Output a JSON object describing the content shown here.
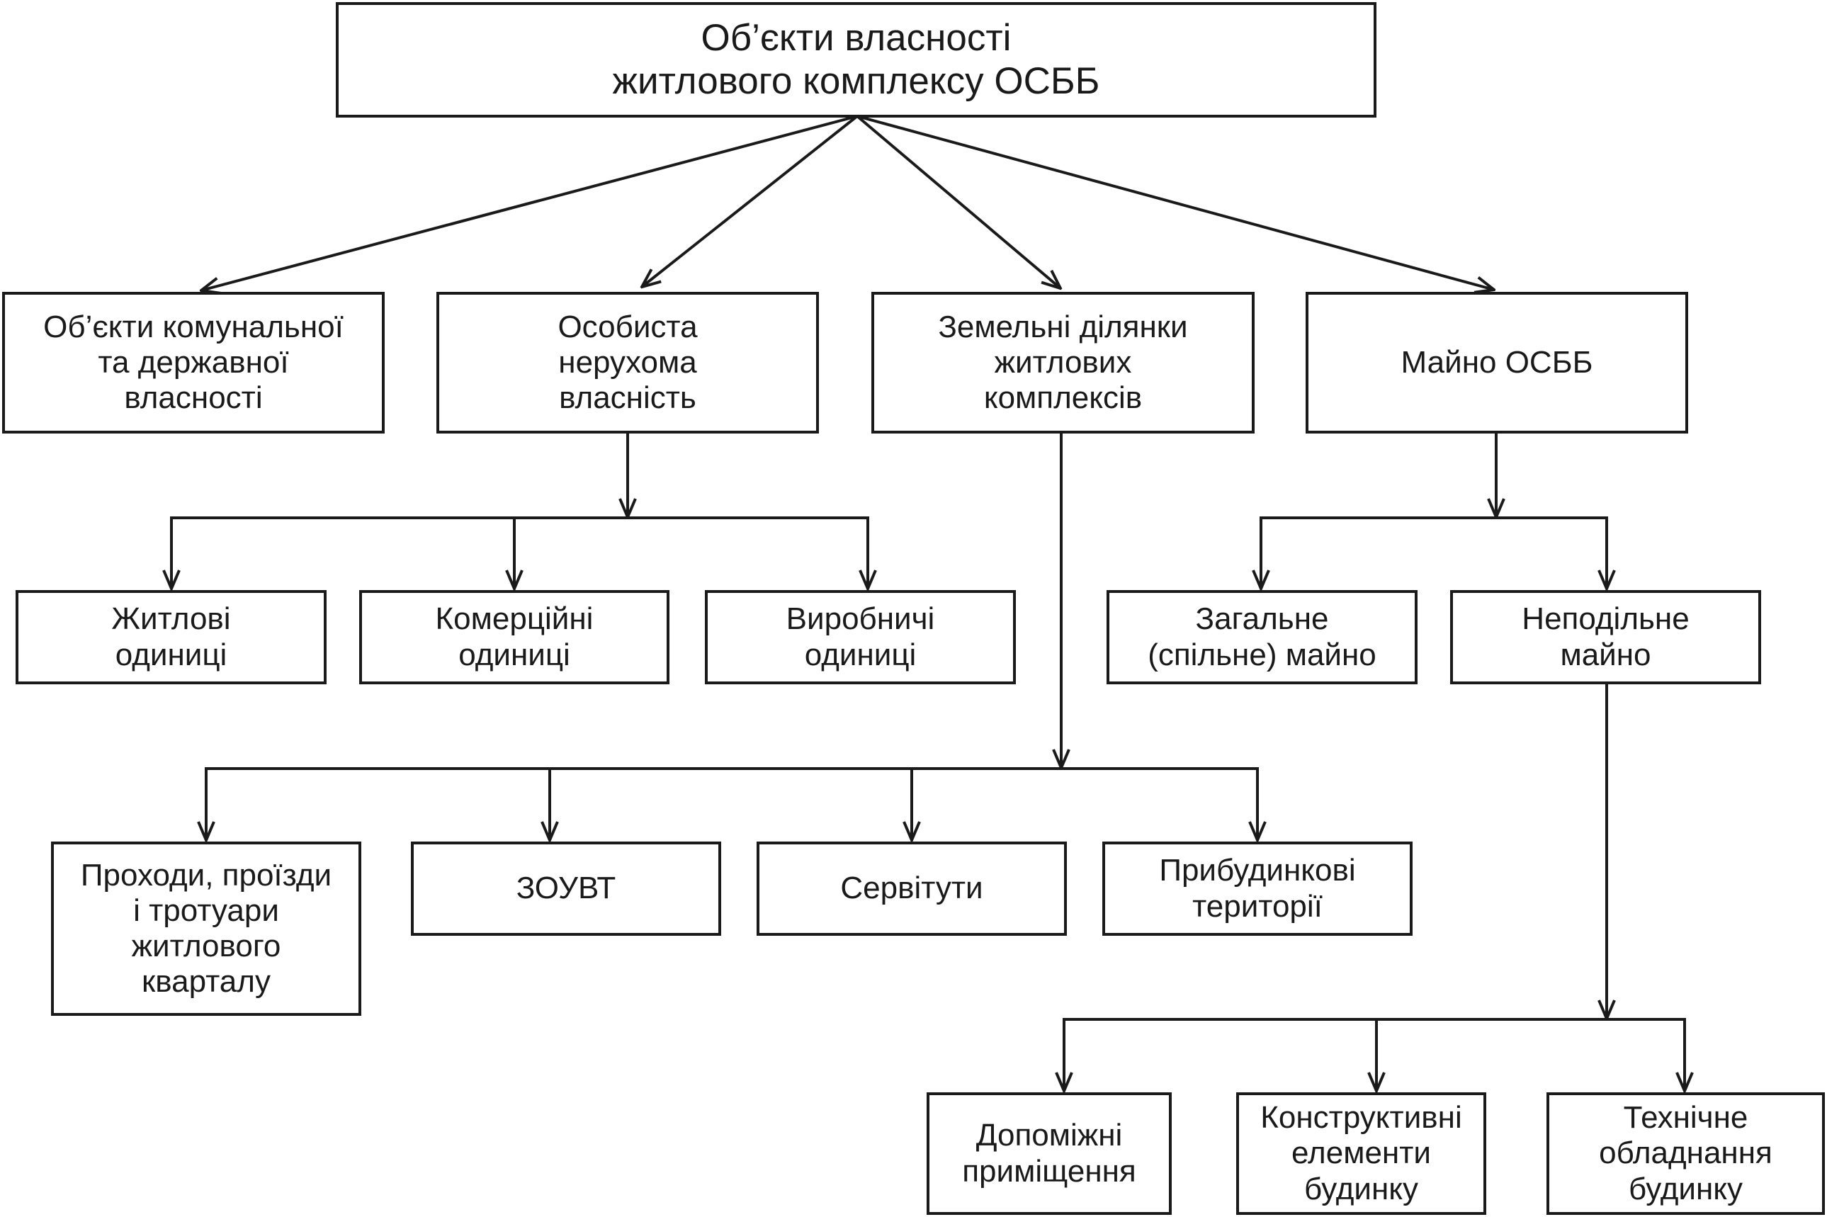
{
  "diagram": {
    "root": {
      "lines": [
        "Об’єкти власності",
        "житлового комплексу ОСББ"
      ]
    },
    "level1": {
      "communal": {
        "lines": [
          "Об’єкти комунальної",
          "та державної",
          "власності"
        ]
      },
      "personal": {
        "lines": [
          "Особиста",
          "нерухома",
          "власність"
        ]
      },
      "land": {
        "lines": [
          "Земельні ділянки",
          "житлових",
          "комплексів"
        ]
      },
      "osbb_property": {
        "lines": [
          "Майно ОСББ"
        ]
      }
    },
    "personal_children": {
      "residential": {
        "lines": [
          "Житлові",
          "одиниці"
        ]
      },
      "commercial": {
        "lines": [
          "Комерційні",
          "одиниці"
        ]
      },
      "industrial": {
        "lines": [
          "Виробничі",
          "одиниці"
        ]
      }
    },
    "osbb_children": {
      "common": {
        "lines": [
          "Загальне",
          "(спільне) майно"
        ]
      },
      "indivisible": {
        "lines": [
          "Неподільне",
          "майно"
        ]
      }
    },
    "land_children": {
      "passages": {
        "lines": [
          "Проходи, проїзди",
          "і тротуари",
          "житлового",
          "кварталу"
        ]
      },
      "zouvt": {
        "lines": [
          "ЗОУВТ"
        ]
      },
      "servitudes": {
        "lines": [
          "Сервітути"
        ]
      },
      "adjacent": {
        "lines": [
          "Прибудинкові",
          "території"
        ]
      }
    },
    "indivisible_children": {
      "auxiliary": {
        "lines": [
          "Допоміжні",
          "приміщення"
        ]
      },
      "structural": {
        "lines": [
          "Конструктивні",
          "елементи",
          "будинку"
        ]
      },
      "technical": {
        "lines": [
          "Технічне",
          "обладнання",
          "будинку"
        ]
      }
    }
  }
}
